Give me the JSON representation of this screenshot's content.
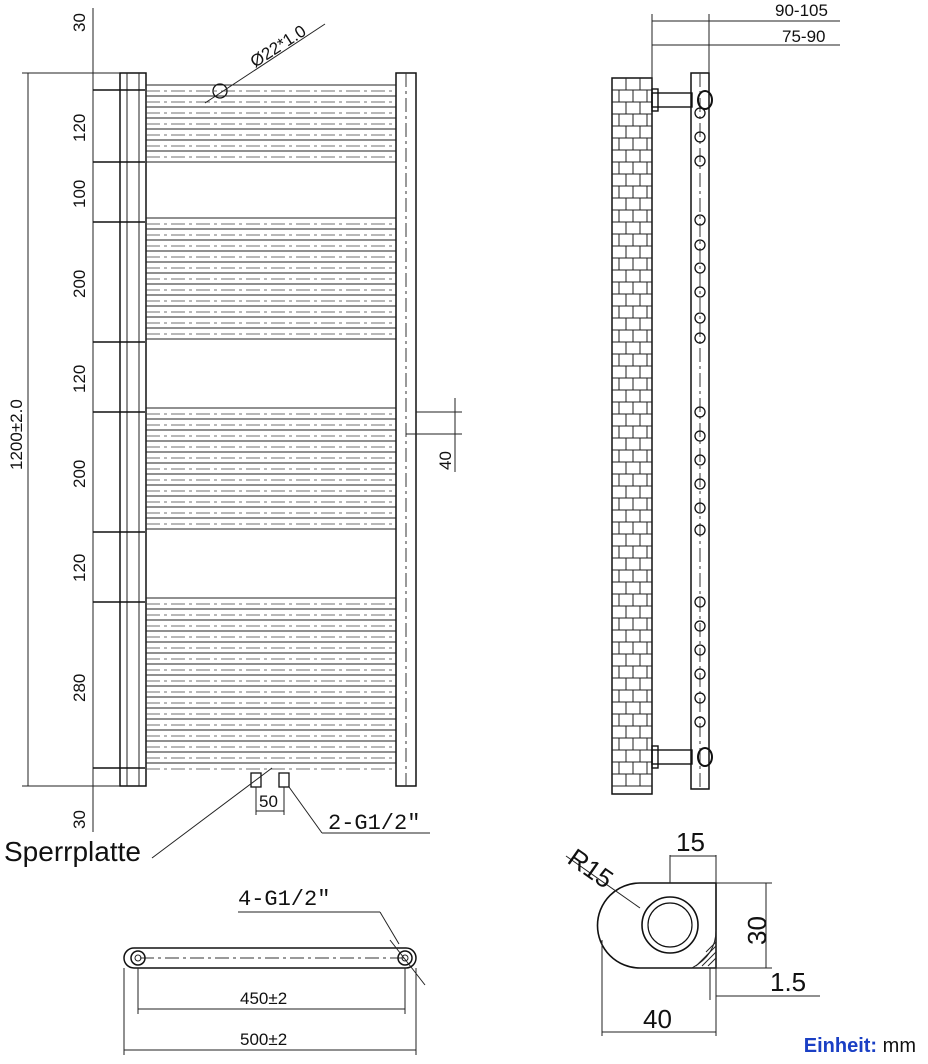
{
  "front_view": {
    "pipe_diameter": "Ø22*1.0",
    "overall_height": "1200±2.0",
    "segment_dims": [
      "30",
      "120",
      "100",
      "200",
      "120",
      "200",
      "120",
      "280",
      "30"
    ],
    "offset_dim": "40",
    "inlet_spacing": "50",
    "inlet_thread": "2-G1/2\"",
    "plate_label": "Sperrplatte"
  },
  "top_view": {
    "thread_label": "4-G1/2\"",
    "center_distance": "450±2",
    "overall_width": "500±2"
  },
  "side_view": {
    "depth_outer": "90-105",
    "depth_inner": "75-90"
  },
  "section_view": {
    "radius": "R15",
    "width_top": "15",
    "height": "30",
    "wall": "1.5",
    "width": "40"
  },
  "unit": {
    "key": "Einheit:",
    "value": "mm"
  }
}
